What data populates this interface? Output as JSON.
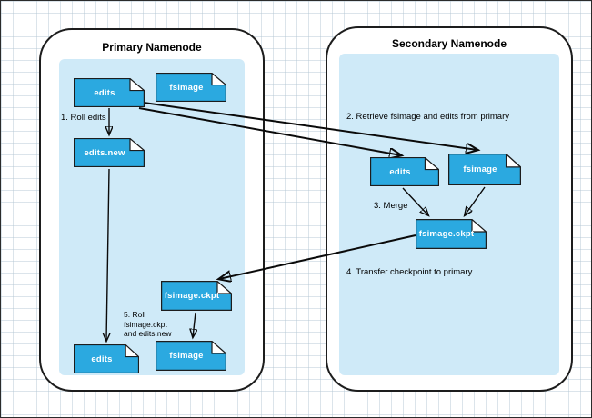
{
  "diagram": {
    "primary": {
      "title": "Primary Namenode",
      "files": {
        "edits_top": "edits",
        "fsimage_top": "fsimage",
        "edits_new": "edits.new",
        "fsimage_ckpt": "fsimage.ckpt",
        "edits_bottom": "edits",
        "fsimage_bottom": "fsimage"
      },
      "steps": {
        "step1": "1. Roll edits",
        "step5": "5. Roll\nfsimage.ckpt\nand edits.new"
      }
    },
    "secondary": {
      "title": "Secondary Namenode",
      "files": {
        "edits": "edits",
        "fsimage": "fsimage",
        "fsimage_ckpt": "fsimage.ckpt"
      },
      "steps": {
        "step2": "2. Retrieve fsimage and edits from primary",
        "step3": "3. Merge",
        "step4": "4. Transfer checkpoint to primary"
      }
    },
    "colors": {
      "file_fill": "#2ba9e0",
      "panel_fill": "#cfeaf8"
    }
  }
}
